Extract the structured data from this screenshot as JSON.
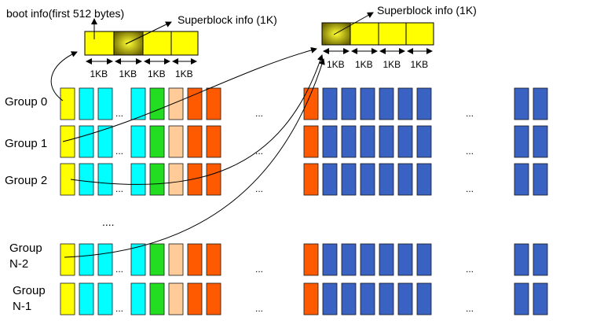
{
  "labels": {
    "boot_info": "boot info(first 512 bytes)",
    "superblock_left": "Superblock info (1K)",
    "superblock_right": "Superblock info (1K)",
    "kb": "1KB",
    "ellipsis": "...",
    "vertical_ellipsis": "...."
  },
  "groups": [
    {
      "lines": [
        "Group 0"
      ]
    },
    {
      "lines": [
        "Group 1"
      ]
    },
    {
      "lines": [
        "Group 2"
      ]
    },
    {
      "lines": [
        "Group",
        "N-2"
      ]
    },
    {
      "lines": [
        "Group",
        "N-1"
      ]
    }
  ],
  "block_sequence": [
    "yellow",
    "cyan",
    "cyan",
    "gap",
    "cyan",
    "green",
    "peach",
    "orange",
    "orange",
    "gap",
    "orange",
    "blue",
    "blue",
    "blue",
    "blue",
    "blue",
    "blue",
    "gap",
    "blue",
    "blue"
  ],
  "colors": {
    "yellow": "#ffff00",
    "cyan": "#00ffff",
    "green": "#22dd22",
    "peach": "#ffcc99",
    "orange": "#ff5a00",
    "blue": "#3a62c2",
    "superblock_dark": "#6b6400",
    "superblock_light": "#ffff33"
  }
}
